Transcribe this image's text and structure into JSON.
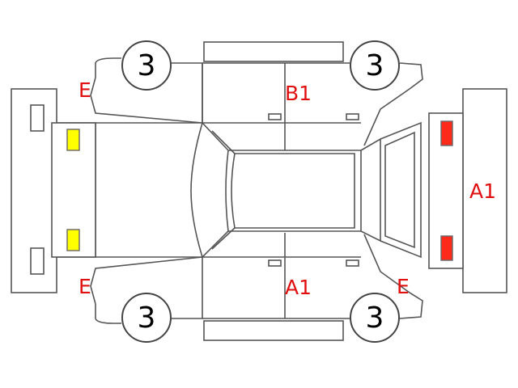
{
  "damage_labels": {
    "front_left": "E",
    "rear_left_top": "B1",
    "rear_side": "A1",
    "front_left_bottom": "E",
    "rear_left_bottom": "A1",
    "rear_bottom_right": "E"
  },
  "tyres": {
    "front_top": "3",
    "rear_top": "3",
    "front_bottom": "3",
    "rear_bottom": "3"
  },
  "colors": {
    "damage_label": "#e01010",
    "front_lamp": "#ffff00",
    "rear_lamp": "#ff2a1a",
    "outline": "#555555"
  }
}
